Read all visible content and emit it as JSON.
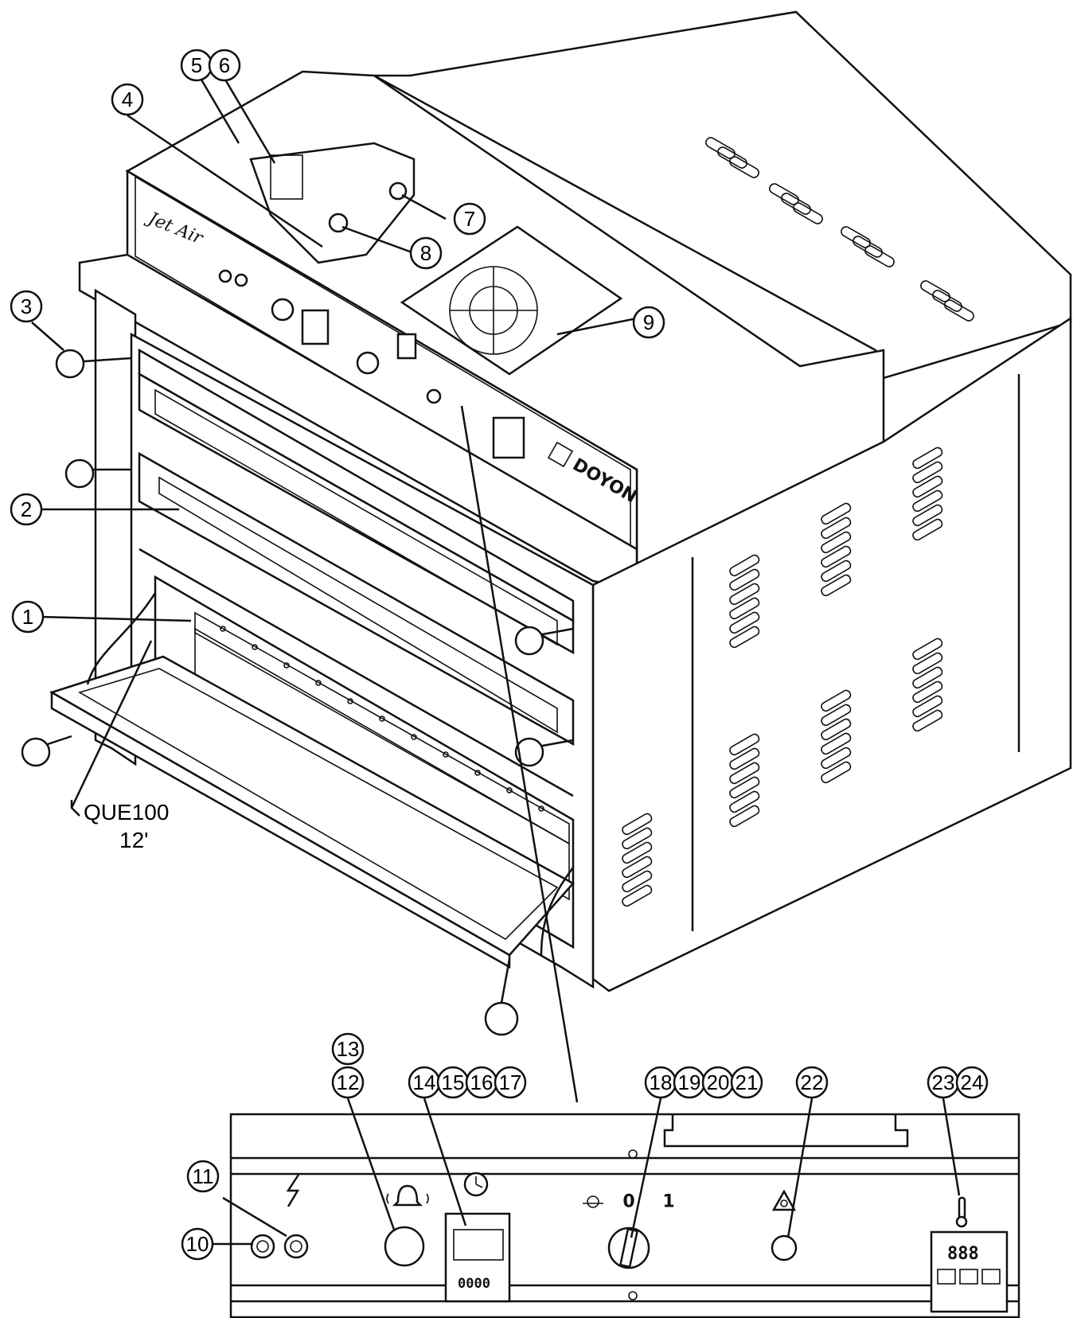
{
  "oven": {
    "brand_script": "Jet Air",
    "logo": "DOYON",
    "note_model": "QUE100",
    "note_size": "12'"
  },
  "callouts": {
    "c1": "1",
    "c2": "2",
    "c3": "3",
    "c4": "4",
    "c5": "5",
    "c6": "6",
    "c7": "7",
    "c8": "8",
    "c9": "9",
    "c10": "10",
    "c11": "11",
    "c12": "12",
    "c13": "13",
    "c14": "14",
    "c15": "15",
    "c16": "16",
    "c17": "17",
    "c18": "18",
    "c19": "19",
    "c20": "20",
    "c21": "21",
    "c22": "22",
    "c23": "23",
    "c24": "24"
  },
  "panel": {
    "switch_off_label": "0",
    "switch_on_label": "1",
    "lcd_readout": "888",
    "timer_digits": "0000"
  },
  "icons": [
    "lightning-icon",
    "bell-icon",
    "clock-icon",
    "fan-icon",
    "warning-icon",
    "thermometer-icon"
  ]
}
